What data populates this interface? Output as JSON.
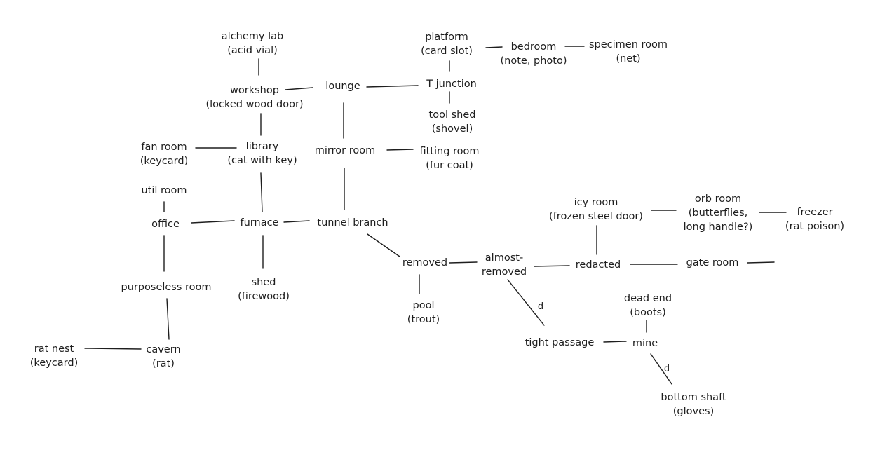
{
  "rooms": {
    "alchemy_lab": {
      "name": "alchemy lab",
      "detail": "(acid vial)"
    },
    "workshop": {
      "name": "workshop",
      "detail": "(locked wood door)"
    },
    "lounge": {
      "name": "lounge"
    },
    "platform": {
      "name": "platform",
      "detail": "(card slot)"
    },
    "bedroom": {
      "name": "bedroom",
      "detail": "(note, photo)"
    },
    "specimen_room": {
      "name": "specimen room",
      "detail": "(net)"
    },
    "t_junction": {
      "name": "T junction"
    },
    "tool_shed": {
      "name": "tool shed",
      "detail": "(shovel)"
    },
    "fan_room": {
      "name": "fan room",
      "detail": "(keycard)"
    },
    "library": {
      "name": "library",
      "detail": "(cat with key)"
    },
    "mirror_room": {
      "name": "mirror room"
    },
    "fitting_room": {
      "name": "fitting room",
      "detail": "(fur coat)"
    },
    "util_room": {
      "name": "util room"
    },
    "office": {
      "name": "office"
    },
    "furnace": {
      "name": "furnace"
    },
    "tunnel_branch": {
      "name": "tunnel branch"
    },
    "icy_room": {
      "name": "icy room",
      "detail": "(frozen steel door)"
    },
    "orb_room": {
      "name": "orb room",
      "detail": "(butterflies,",
      "detail2": "long handle?)"
    },
    "freezer": {
      "name": "freezer",
      "detail": "(rat poison)"
    },
    "removed": {
      "name": "removed"
    },
    "almost_removed": {
      "name": "almost-",
      "name2": "removed"
    },
    "redacted": {
      "name": "redacted"
    },
    "gate_room": {
      "name": "gate room"
    },
    "purposeless_room": {
      "name": "purposeless room"
    },
    "shed": {
      "name": "shed",
      "detail": "(firewood)"
    },
    "pool": {
      "name": "pool",
      "detail": "(trout)"
    },
    "dead_end": {
      "name": "dead end",
      "detail": "(boots)"
    },
    "tight_passage": {
      "name": "tight passage"
    },
    "mine": {
      "name": "mine"
    },
    "rat_nest": {
      "name": "rat nest",
      "detail": "(keycard)"
    },
    "cavern": {
      "name": "cavern",
      "detail": "(rat)"
    },
    "bottom_shaft": {
      "name": "bottom shaft",
      "detail": "(gloves)"
    }
  },
  "connections": [
    {
      "from": "alchemy_lab",
      "to": "workshop"
    },
    {
      "from": "workshop",
      "to": "lounge"
    },
    {
      "from": "lounge",
      "to": "t_junction"
    },
    {
      "from": "platform",
      "to": "bedroom"
    },
    {
      "from": "bedroom",
      "to": "specimen_room"
    },
    {
      "from": "platform",
      "to": "t_junction"
    },
    {
      "from": "t_junction",
      "to": "tool_shed"
    },
    {
      "from": "workshop",
      "to": "library"
    },
    {
      "from": "fan_room",
      "to": "library"
    },
    {
      "from": "lounge",
      "to": "mirror_room"
    },
    {
      "from": "mirror_room",
      "to": "fitting_room"
    },
    {
      "from": "library",
      "to": "furnace"
    },
    {
      "from": "mirror_room",
      "to": "tunnel_branch"
    },
    {
      "from": "util_room",
      "to": "office"
    },
    {
      "from": "office",
      "to": "furnace"
    },
    {
      "from": "furnace",
      "to": "tunnel_branch"
    },
    {
      "from": "furnace",
      "to": "shed"
    },
    {
      "from": "office",
      "to": "purposeless_room"
    },
    {
      "from": "purposeless_room",
      "to": "cavern"
    },
    {
      "from": "rat_nest",
      "to": "cavern"
    },
    {
      "from": "tunnel_branch",
      "to": "removed"
    },
    {
      "from": "removed",
      "to": "almost_removed"
    },
    {
      "from": "removed",
      "to": "pool"
    },
    {
      "from": "almost_removed",
      "to": "redacted"
    },
    {
      "from": "icy_room",
      "to": "orb_room"
    },
    {
      "from": "orb_room",
      "to": "freezer"
    },
    {
      "from": "icy_room",
      "to": "redacted"
    },
    {
      "from": "redacted",
      "to": "gate_room"
    },
    {
      "from": "gate_room",
      "to": "(open)"
    },
    {
      "from": "almost_removed",
      "to": "tight_passage",
      "tag": "d"
    },
    {
      "from": "tight_passage",
      "to": "mine"
    },
    {
      "from": "dead_end",
      "to": "mine"
    },
    {
      "from": "mine",
      "to": "bottom_shaft",
      "tag": "d"
    }
  ]
}
